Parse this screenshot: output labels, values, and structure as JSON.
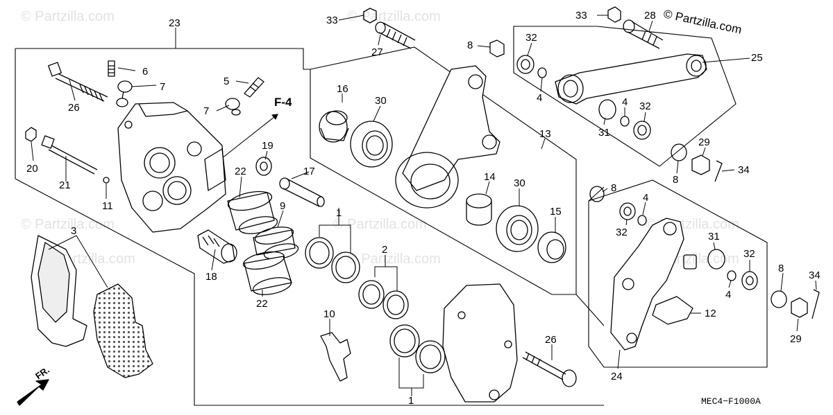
{
  "watermark": "© Partzilla.com",
  "figure_code": "MEC4−F1000A",
  "reference_label": "F-4",
  "front_label": "FR.",
  "callouts": {
    "n1a": "1",
    "n1b": "1",
    "n2": "2",
    "n3": "3",
    "n4a": "4",
    "n4b": "4",
    "n4c": "4",
    "n5": "5",
    "n6": "6",
    "n7a": "7",
    "n7b": "7",
    "n8a": "8",
    "n8b": "8",
    "n8c": "8",
    "n8d": "8",
    "n9": "9",
    "n10": "10",
    "n11": "11",
    "n12": "12",
    "n13": "13",
    "n14": "14",
    "n15": "15",
    "n16": "16",
    "n17": "17",
    "n18": "18",
    "n19": "19",
    "n20": "20",
    "n21": "21",
    "n22a": "22",
    "n22b": "22",
    "n23": "23",
    "n24": "24",
    "n25": "25",
    "n26a": "26",
    "n26b": "26",
    "n27": "27",
    "n28": "28",
    "n29a": "29",
    "n29b": "29",
    "n30a": "30",
    "n30b": "30",
    "n31a": "31",
    "n31b": "31",
    "n32a": "32",
    "n32b": "32",
    "n32c": "32",
    "n32d": "32",
    "n33a": "33",
    "n33b": "33",
    "n34a": "34",
    "n34b": "34"
  }
}
